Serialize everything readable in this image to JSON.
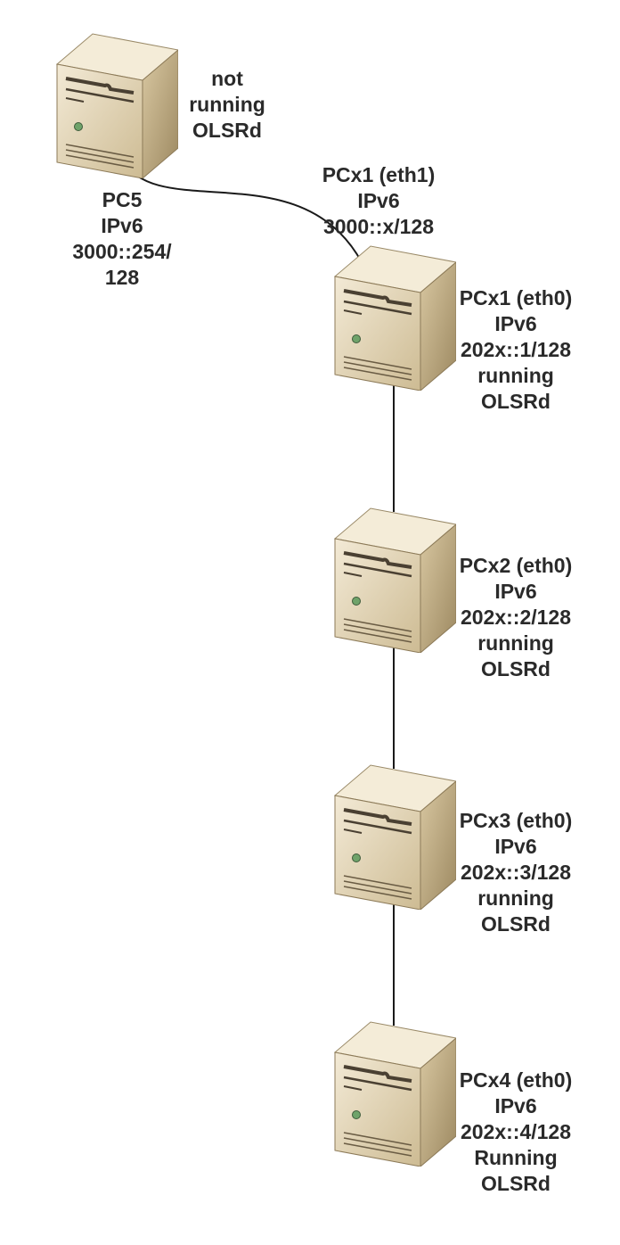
{
  "nodes": [
    {
      "id": "pc5",
      "label_lines": [
        "PC5",
        "IPv6",
        "3000::254/",
        "128"
      ],
      "status_lines": [
        "not",
        "running",
        "OLSRd"
      ]
    },
    {
      "id": "pcx1",
      "upper_label_lines": [
        "PCx1 (eth1)",
        "IPv6",
        "3000::x/128"
      ],
      "label_lines": [
        "PCx1 (eth0)",
        "IPv6",
        "202x::1/128",
        "running",
        "OLSRd"
      ]
    },
    {
      "id": "pcx2",
      "label_lines": [
        "PCx2 (eth0)",
        "IPv6",
        "202x::2/128",
        "running",
        "OLSRd"
      ]
    },
    {
      "id": "pcx3",
      "label_lines": [
        "PCx3 (eth0)",
        "IPv6",
        "202x::3/128",
        "running",
        "OLSRd"
      ]
    },
    {
      "id": "pcx4",
      "label_lines": [
        "PCx4 (eth0)",
        "IPv6",
        "202x::4/128",
        "Running",
        "OLSRd"
      ]
    }
  ],
  "links": [
    {
      "from": "pc5",
      "to": "pcx1",
      "style": "curved"
    },
    {
      "from": "pcx1",
      "to": "pcx2",
      "style": "straight"
    },
    {
      "from": "pcx2",
      "to": "pcx3",
      "style": "straight"
    },
    {
      "from": "pcx3",
      "to": "pcx4",
      "style": "straight"
    }
  ],
  "colors": {
    "server_front": "#e4d6b4",
    "server_side": "#b7a47e",
    "server_top": "#f2e8d2",
    "line": "#1a1a1a",
    "text": "#2a2a2a"
  }
}
